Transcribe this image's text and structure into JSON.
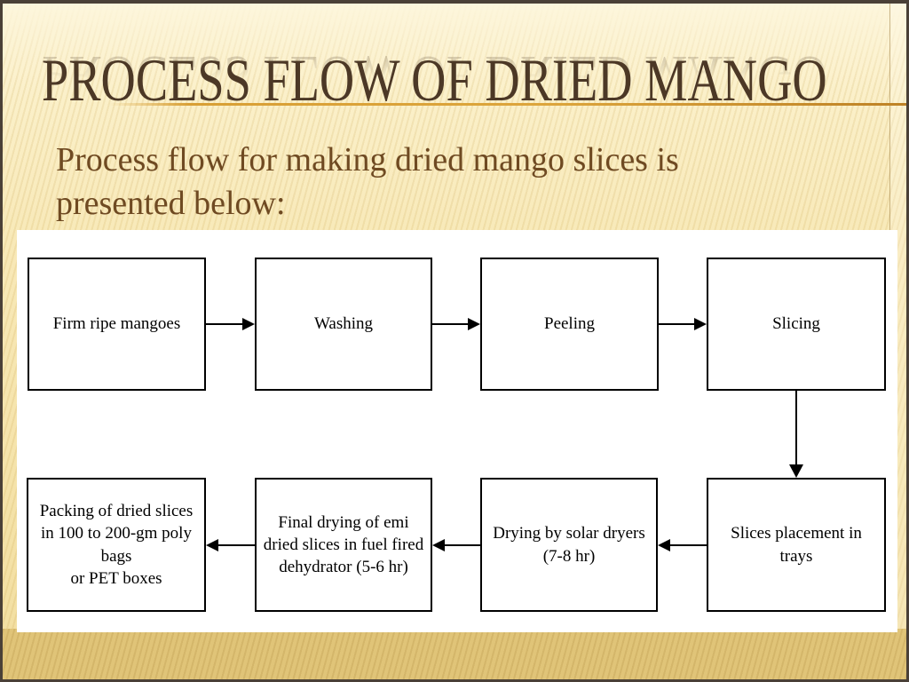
{
  "slide": {
    "title": "PROCESS FLOW OF DRIED MANGO",
    "subtitle": "Process flow for making dried mango slices is\npresented below:"
  },
  "colors": {
    "background_cream": "#F8E9B8",
    "bottom_band": "#E0C478",
    "frame_border": "#4A4037",
    "title_text": "#4C3826",
    "subtitle_text": "#6F4A22",
    "accent_rule": "#D89F35",
    "panel_fill": "#FFFFFF",
    "box_border": "#000000",
    "box_text": "#000000"
  },
  "flowchart": {
    "boxes": [
      {
        "id": "firm-ripe-mangoes",
        "label": "Firm ripe mangoes"
      },
      {
        "id": "washing",
        "label": "Washing"
      },
      {
        "id": "peeling",
        "label": "Peeling"
      },
      {
        "id": "slicing",
        "label": "Slicing"
      },
      {
        "id": "slices-placement",
        "label": "Slices placement in\ntrays"
      },
      {
        "id": "solar-drying",
        "label": "Drying by solar dryers\n(7-8 hr)"
      },
      {
        "id": "final-drying",
        "label": "Final drying of emi\ndried slices in fuel fired\ndehydrator (5-6 hr)"
      },
      {
        "id": "packing",
        "label": "Packing of dried slices\nin 100 to 200-gm poly\nbags\nor PET boxes"
      }
    ],
    "connections": [
      {
        "from": "firm-ripe-mangoes",
        "to": "washing",
        "direction": "right"
      },
      {
        "from": "washing",
        "to": "peeling",
        "direction": "right"
      },
      {
        "from": "peeling",
        "to": "slicing",
        "direction": "right"
      },
      {
        "from": "slicing",
        "to": "slices-placement",
        "direction": "down"
      },
      {
        "from": "slices-placement",
        "to": "solar-drying",
        "direction": "left"
      },
      {
        "from": "solar-drying",
        "to": "final-drying",
        "direction": "left"
      },
      {
        "from": "final-drying",
        "to": "packing",
        "direction": "left"
      }
    ]
  }
}
